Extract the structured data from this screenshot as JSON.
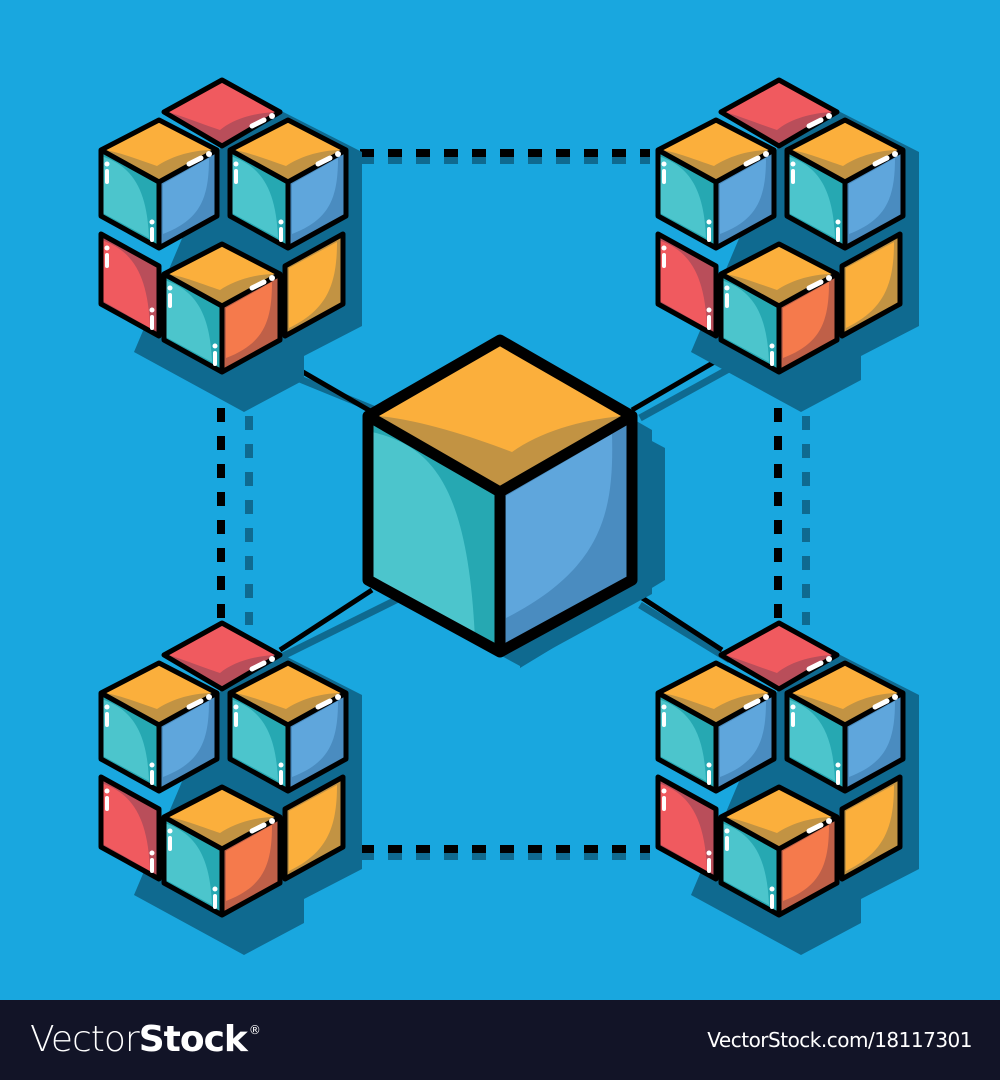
{
  "illustration": {
    "subject": "blockchain network of isometric cubes",
    "background_color": "#19a7df",
    "shadow_color": "#0f6a90",
    "outline_color": "#000000",
    "central_cube": {
      "top_color": "#fbaf3c",
      "top_shade": "#c29343",
      "left_color": "#4cc5cc",
      "left_shade": "#26a8b2",
      "right_color": "#5fa6dc",
      "right_shade": "#4a8cc0"
    },
    "clusters": [
      {
        "position": "top-left"
      },
      {
        "position": "top-right"
      },
      {
        "position": "bottom-left"
      },
      {
        "position": "bottom-right"
      }
    ],
    "palette": {
      "red": "#f05a5f",
      "red_shade": "#b94e5a",
      "orange": "#f57a4c",
      "orange_shade": "#bf6048",
      "yellow": "#fbaf3c",
      "yellow_shade": "#c29343",
      "teal": "#4cc5cc",
      "teal_shade": "#26a8b2",
      "blue": "#5fa6dc",
      "blue_shade": "#4a8cc0",
      "highlight": "#ffffff"
    },
    "connectors": {
      "solid": [
        "top-left to center",
        "top-right to center",
        "bottom-left to center",
        "bottom-right to center"
      ],
      "dashed": [
        "top edge",
        "left edge",
        "right edge",
        "bottom edge"
      ]
    }
  },
  "footer": {
    "brand_light": "Vector",
    "brand_bold": "Stock",
    "brand_mark": "®",
    "image_url": "VectorStock.com/18117301"
  }
}
